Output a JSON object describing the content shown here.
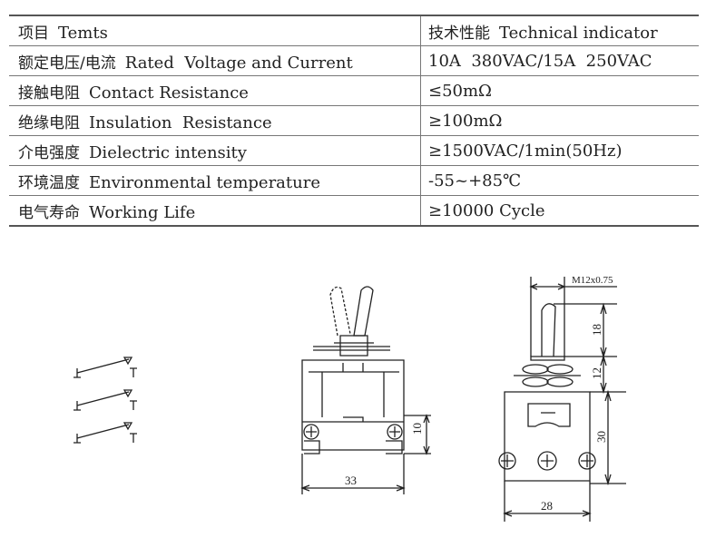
{
  "table": {
    "header": {
      "item_cn": "项目",
      "item_en": "Temts",
      "value_cn": "技术性能",
      "value_en": "Technical indicator"
    },
    "rows": [
      {
        "cn": "额定电压/电流",
        "en": "Rated  Voltage and Current",
        "value": "10A  380VAC/15A  250VAC"
      },
      {
        "cn": "接触电阻",
        "en": "Contact Resistance",
        "value": "≤50mΩ"
      },
      {
        "cn": "绝缘电阻",
        "en": "Insulation  Resistance",
        "value": "≥100mΩ"
      },
      {
        "cn": "介电强度",
        "en": "Dielectric intensity",
        "value": "≥1500VAC/1min(50Hz)"
      },
      {
        "cn": "环境温度",
        "en": "Environmental temperature",
        "value": "-55~+85℃"
      },
      {
        "cn": "电气寿命",
        "en": "Working Life",
        "value": "≥10000 Cycle"
      }
    ]
  },
  "drawings": {
    "front": {
      "height_dim": "10",
      "width_dim": "33"
    },
    "side": {
      "thread": "M12x0.75",
      "lever_dim": "18",
      "bushing_dim": "12",
      "body_dim": "30",
      "width_dim": "28"
    }
  }
}
